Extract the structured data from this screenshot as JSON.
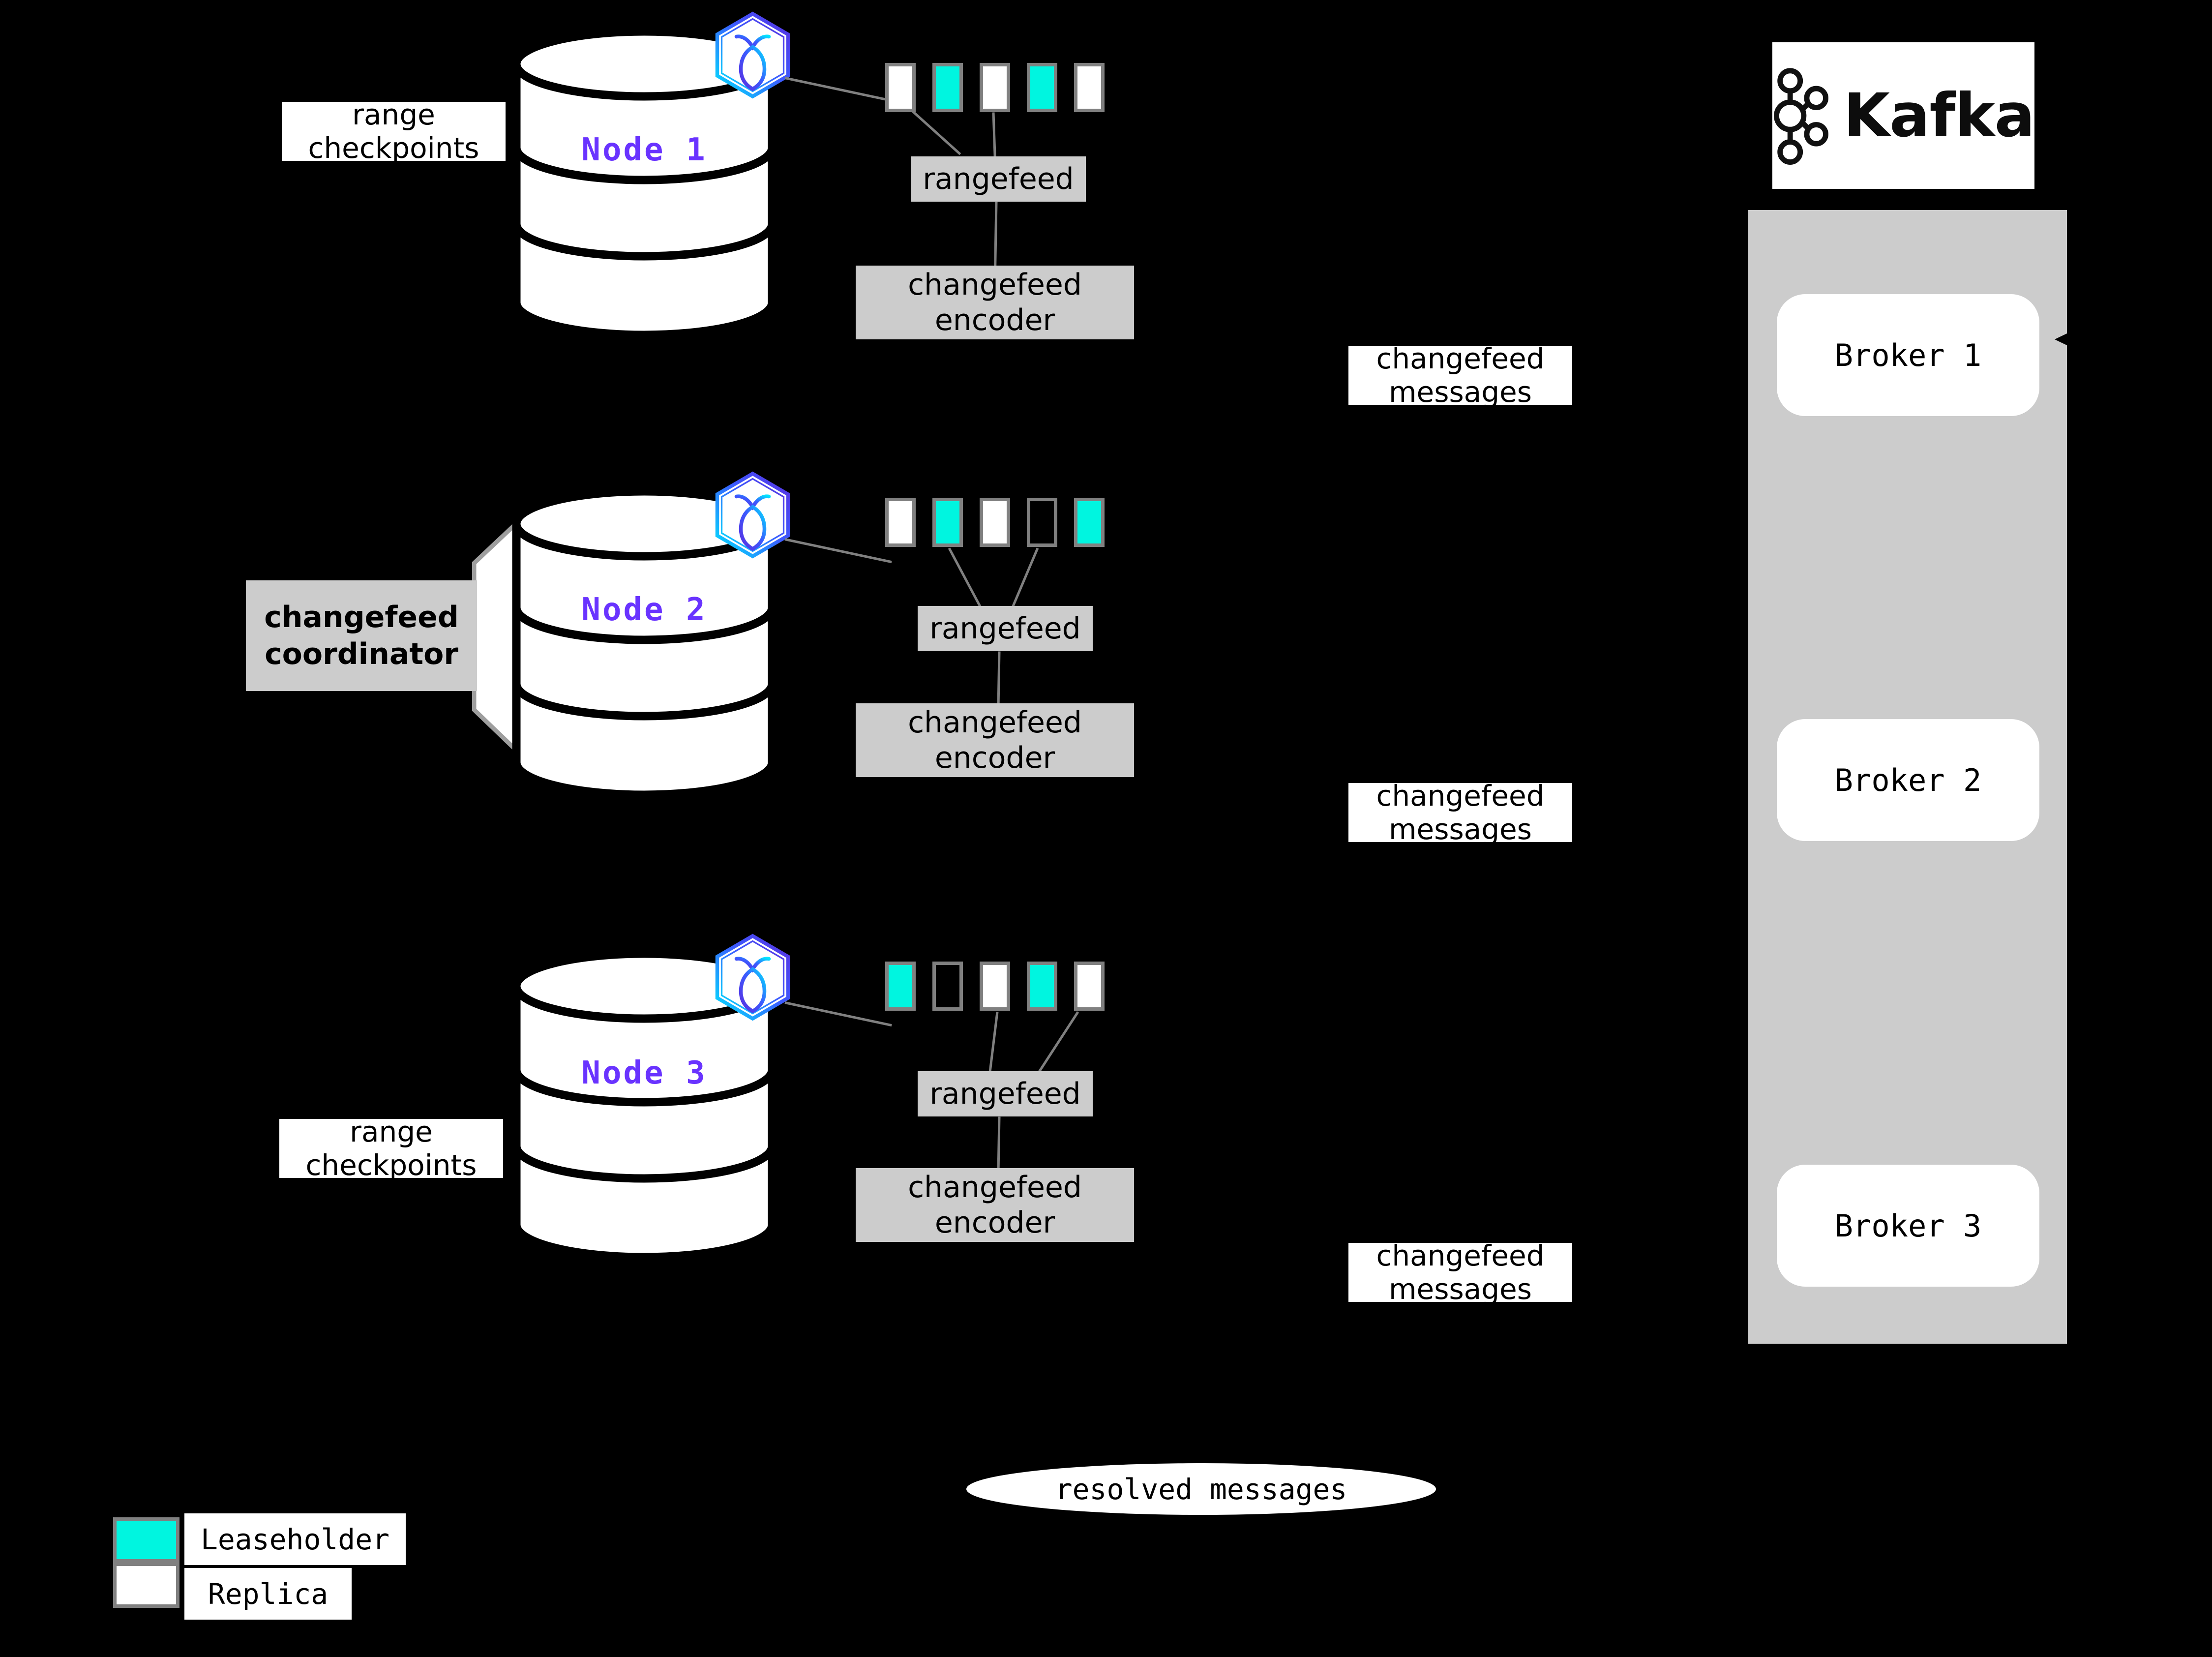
{
  "diagram": {
    "title": "CockroachDB changefeed to Kafka architecture",
    "background_color": "#000000",
    "accent_purple": "#6933ff",
    "leaseholder_color": "#00f5e0",
    "replica_color": "#ffffff",
    "box_gray": "#cccccc",
    "border_gray": "#808080"
  },
  "nodes": [
    {
      "id": "node1",
      "label": "Node 1",
      "logo_name": "cockroachdb-hexagon-icon",
      "ranges": [
        {
          "type": "replica"
        },
        {
          "type": "leaseholder"
        },
        {
          "type": "replica"
        },
        {
          "type": "leaseholder"
        },
        {
          "type": "replica"
        }
      ],
      "rangefeed_label": "rangefeed",
      "encoder_label_line1": "changefeed",
      "encoder_label_line2": "encoder",
      "side_label_line1": "range",
      "side_label_line2": "checkpoints"
    },
    {
      "id": "node2",
      "label": "Node 2",
      "logo_name": "cockroachdb-hexagon-icon",
      "ranges": [
        {
          "type": "replica"
        },
        {
          "type": "leaseholder"
        },
        {
          "type": "replica"
        },
        {
          "type": "empty"
        },
        {
          "type": "leaseholder"
        }
      ],
      "rangefeed_label": "rangefeed",
      "encoder_label_line1": "changefeed",
      "encoder_label_line2": "encoder",
      "coordinator_label_line1": "changefeed",
      "coordinator_label_line2": "coordinator"
    },
    {
      "id": "node3",
      "label": "Node 3",
      "logo_name": "cockroachdb-hexagon-icon",
      "ranges": [
        {
          "type": "leaseholder"
        },
        {
          "type": "empty"
        },
        {
          "type": "replica"
        },
        {
          "type": "leaseholder"
        },
        {
          "type": "replica"
        }
      ],
      "rangefeed_label": "rangefeed",
      "encoder_label_line1": "changefeed",
      "encoder_label_line2": "encoder",
      "side_label_line1": "range",
      "side_label_line2": "checkpoints"
    }
  ],
  "flow_labels": [
    {
      "line1": "changefeed",
      "line2": "messages"
    },
    {
      "line1": "changefeed",
      "line2": "messages"
    },
    {
      "line1": "changefeed",
      "line2": "messages"
    }
  ],
  "resolved": {
    "label": "resolved messages"
  },
  "kafka": {
    "wordmark": "Kafka",
    "logo_name": "kafka-logo-icon",
    "brokers": [
      {
        "label": "Broker 1"
      },
      {
        "label": "Broker 2"
      },
      {
        "label": "Broker 3"
      }
    ]
  },
  "legend": {
    "items": [
      {
        "label": "Leaseholder",
        "swatch": "leaseholder",
        "color": "#00f5e0"
      },
      {
        "label": "Replica",
        "swatch": "replica",
        "color": "#ffffff"
      }
    ]
  }
}
